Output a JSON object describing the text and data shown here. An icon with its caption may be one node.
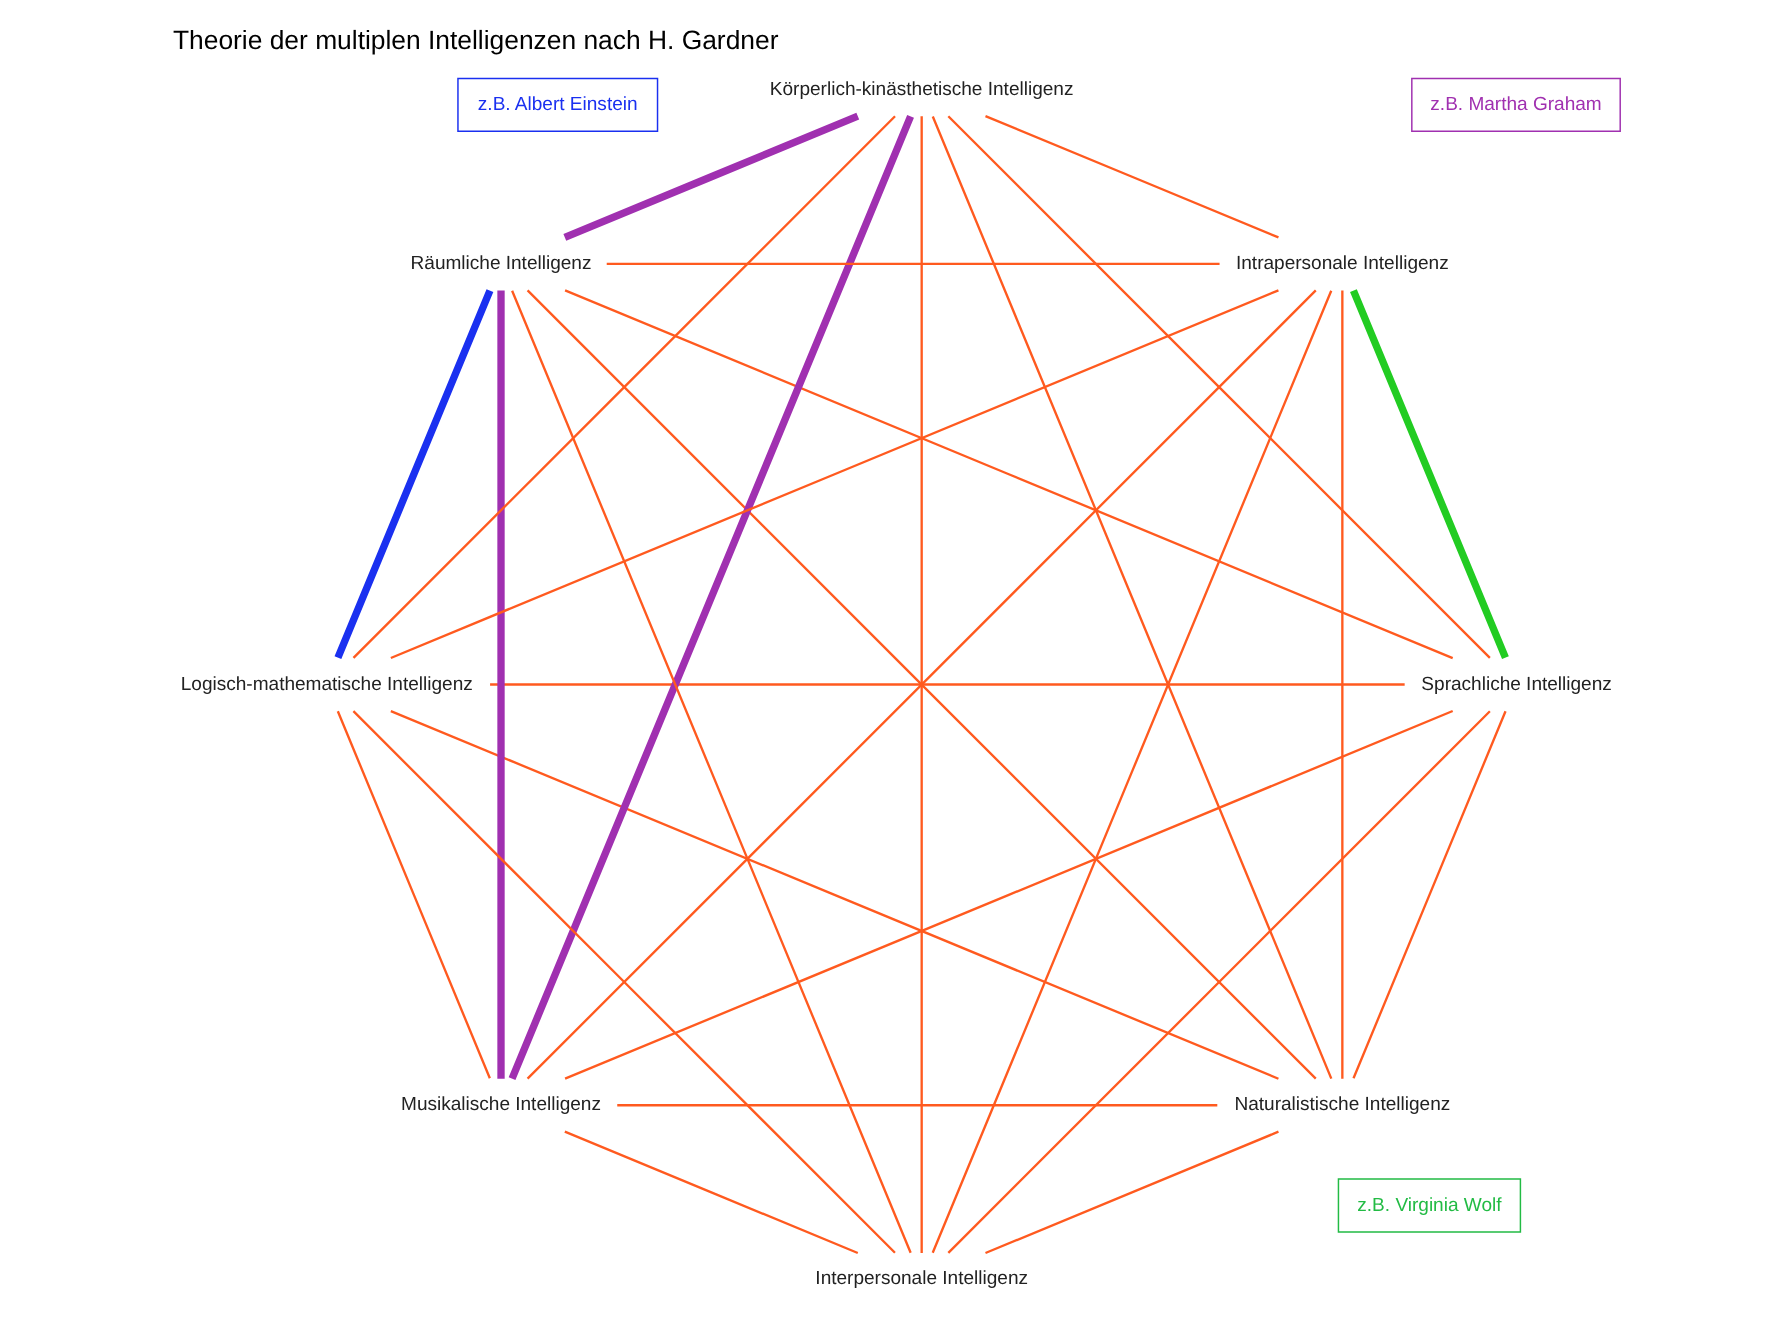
{
  "diagram": {
    "title": "Theorie der multiplen Intelligenzen nach H. Gardner",
    "nodes": [
      {
        "text": [
          "Naturalistische Intelligenz"
        ]
      },
      {
        "text": [
          "Sprachliche Intelligenz"
        ]
      },
      {
        "text": [
          "Interpersonale Intelligenz"
        ]
      },
      {
        "text": [
          "Musikalische Intelligenz"
        ]
      },
      {
        "text": [
          "z.B. Virginia Wolf"
        ]
      },
      {
        "text": [
          "z.B. Martha Graham"
        ]
      },
      {
        "text": [
          "Intrapersonale Intelligenz"
        ]
      },
      {
        "text": [
          "Logisch-mathematische Intelligenz"
        ]
      },
      {
        "text": [
          "z.B. Albert Einstein"
        ]
      },
      {
        "text": [
          "Körperlich-kinästhetische Intelligenz"
        ]
      },
      {
        "text": [
          "Räumliche Intelligenz"
        ]
      }
    ],
    "edges": [
      {
        "from": 0,
        "to": 1,
        "arrow": "none"
      },
      {
        "from": 0,
        "to": 2,
        "arrow": "none"
      },
      {
        "from": 0,
        "to": 3,
        "arrow": "none"
      },
      {
        "from": 0,
        "to": 6,
        "arrow": "none"
      },
      {
        "from": 0,
        "to": 7,
        "arrow": "none"
      },
      {
        "from": 0,
        "to": 9,
        "arrow": "none"
      },
      {
        "from": 0,
        "to": 10,
        "arrow": "none"
      },
      {
        "from": 1,
        "to": 2,
        "arrow": "none"
      },
      {
        "from": 1,
        "to": 3,
        "arrow": "none"
      },
      {
        "from": 1,
        "to": 6,
        "arrow": "none",
        "style": "thick",
        "color": "#22cc22"
      },
      {
        "from": 1,
        "to": 7,
        "arrow": "none"
      },
      {
        "from": 1,
        "to": 9,
        "arrow": "none"
      },
      {
        "from": 1,
        "to": 10,
        "arrow": "none"
      },
      {
        "from": 2,
        "to": 3,
        "arrow": "none"
      },
      {
        "from": 2,
        "to": 6,
        "arrow": "none"
      },
      {
        "from": 2,
        "to": 7,
        "arrow": "none"
      },
      {
        "from": 2,
        "to": 9,
        "arrow": "none"
      },
      {
        "from": 2,
        "to": 10,
        "arrow": "none"
      },
      {
        "from": 3,
        "to": 6,
        "arrow": "none"
      },
      {
        "from": 3,
        "to": 7,
        "arrow": "none"
      },
      {
        "from": 3,
        "to": 9,
        "arrow": "none",
        "style": "thick",
        "color": "#a030b0"
      },
      {
        "from": 3,
        "to": 10,
        "arrow": "none",
        "style": "thick",
        "color": "#a030b0"
      },
      {
        "from": 6,
        "to": 7,
        "arrow": "none"
      },
      {
        "from": 6,
        "to": 9,
        "arrow": "none"
      },
      {
        "from": 6,
        "to": 10,
        "arrow": "none"
      },
      {
        "from": 7,
        "to": 9,
        "arrow": "none"
      },
      {
        "from": 7,
        "to": 10,
        "arrow": "none",
        "style": "thick",
        "color": "#1a30f0"
      },
      {
        "from": 9,
        "to": 10,
        "arrow": "none",
        "style": "thick",
        "color": "#a030b0"
      }
    ]
  }
}
